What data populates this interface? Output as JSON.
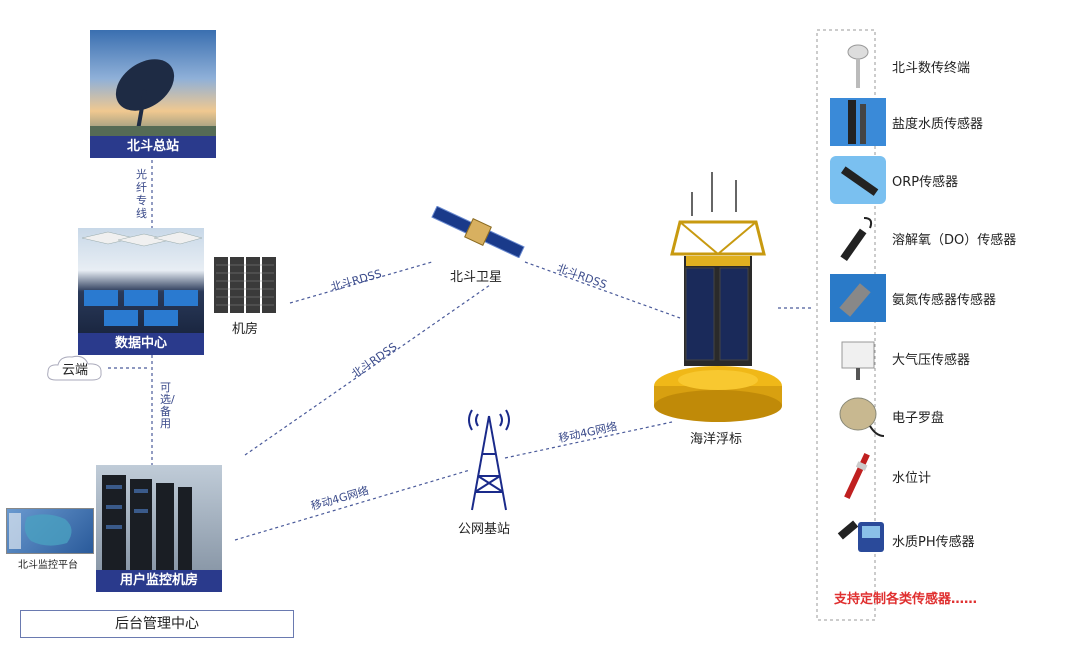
{
  "nodes": {
    "beidou_station": "北斗总站",
    "fiber_line": "光纤专线",
    "data_center": "数据中心",
    "machine_room": "机房",
    "cloud": "云端",
    "optional_backup": "可选/备用",
    "monitor_platform": "北斗监控平台",
    "user_monitor_room": "用户监控机房",
    "backend_center": "后台管理中心",
    "beidou_satellite": "北斗卫星",
    "public_base_station": "公网基站",
    "ocean_buoy": "海洋浮标"
  },
  "links": {
    "rdss_1": "北斗RDSS",
    "rdss_2": "北斗RDSS",
    "rdss_3": "北斗RDSS",
    "mobile_4g_1": "移动4G网络",
    "mobile_4g_2": "移动4G网络"
  },
  "sensors": [
    {
      "label": "北斗数传终端",
      "icon": "beidou-terminal-icon"
    },
    {
      "label": "盐度水质传感器",
      "icon": "salinity-sensor-icon"
    },
    {
      "label": "ORP传感器",
      "icon": "orp-sensor-icon"
    },
    {
      "label": "溶解氧（DO）传感器",
      "icon": "do-sensor-icon"
    },
    {
      "label": "氨氮传感器传感器",
      "icon": "ammonia-sensor-icon"
    },
    {
      "label": "大气压传感器",
      "icon": "pressure-sensor-icon"
    },
    {
      "label": "电子罗盘",
      "icon": "compass-icon"
    },
    {
      "label": "水位计",
      "icon": "water-level-icon"
    },
    {
      "label": "水质PH传感器",
      "icon": "ph-sensor-icon"
    }
  ],
  "custom_note": "支持定制各类传感器……",
  "colors": {
    "caption_bg": "#2a3a8c",
    "link_line": "#3a4a8a",
    "note_red": "#e03030"
  }
}
